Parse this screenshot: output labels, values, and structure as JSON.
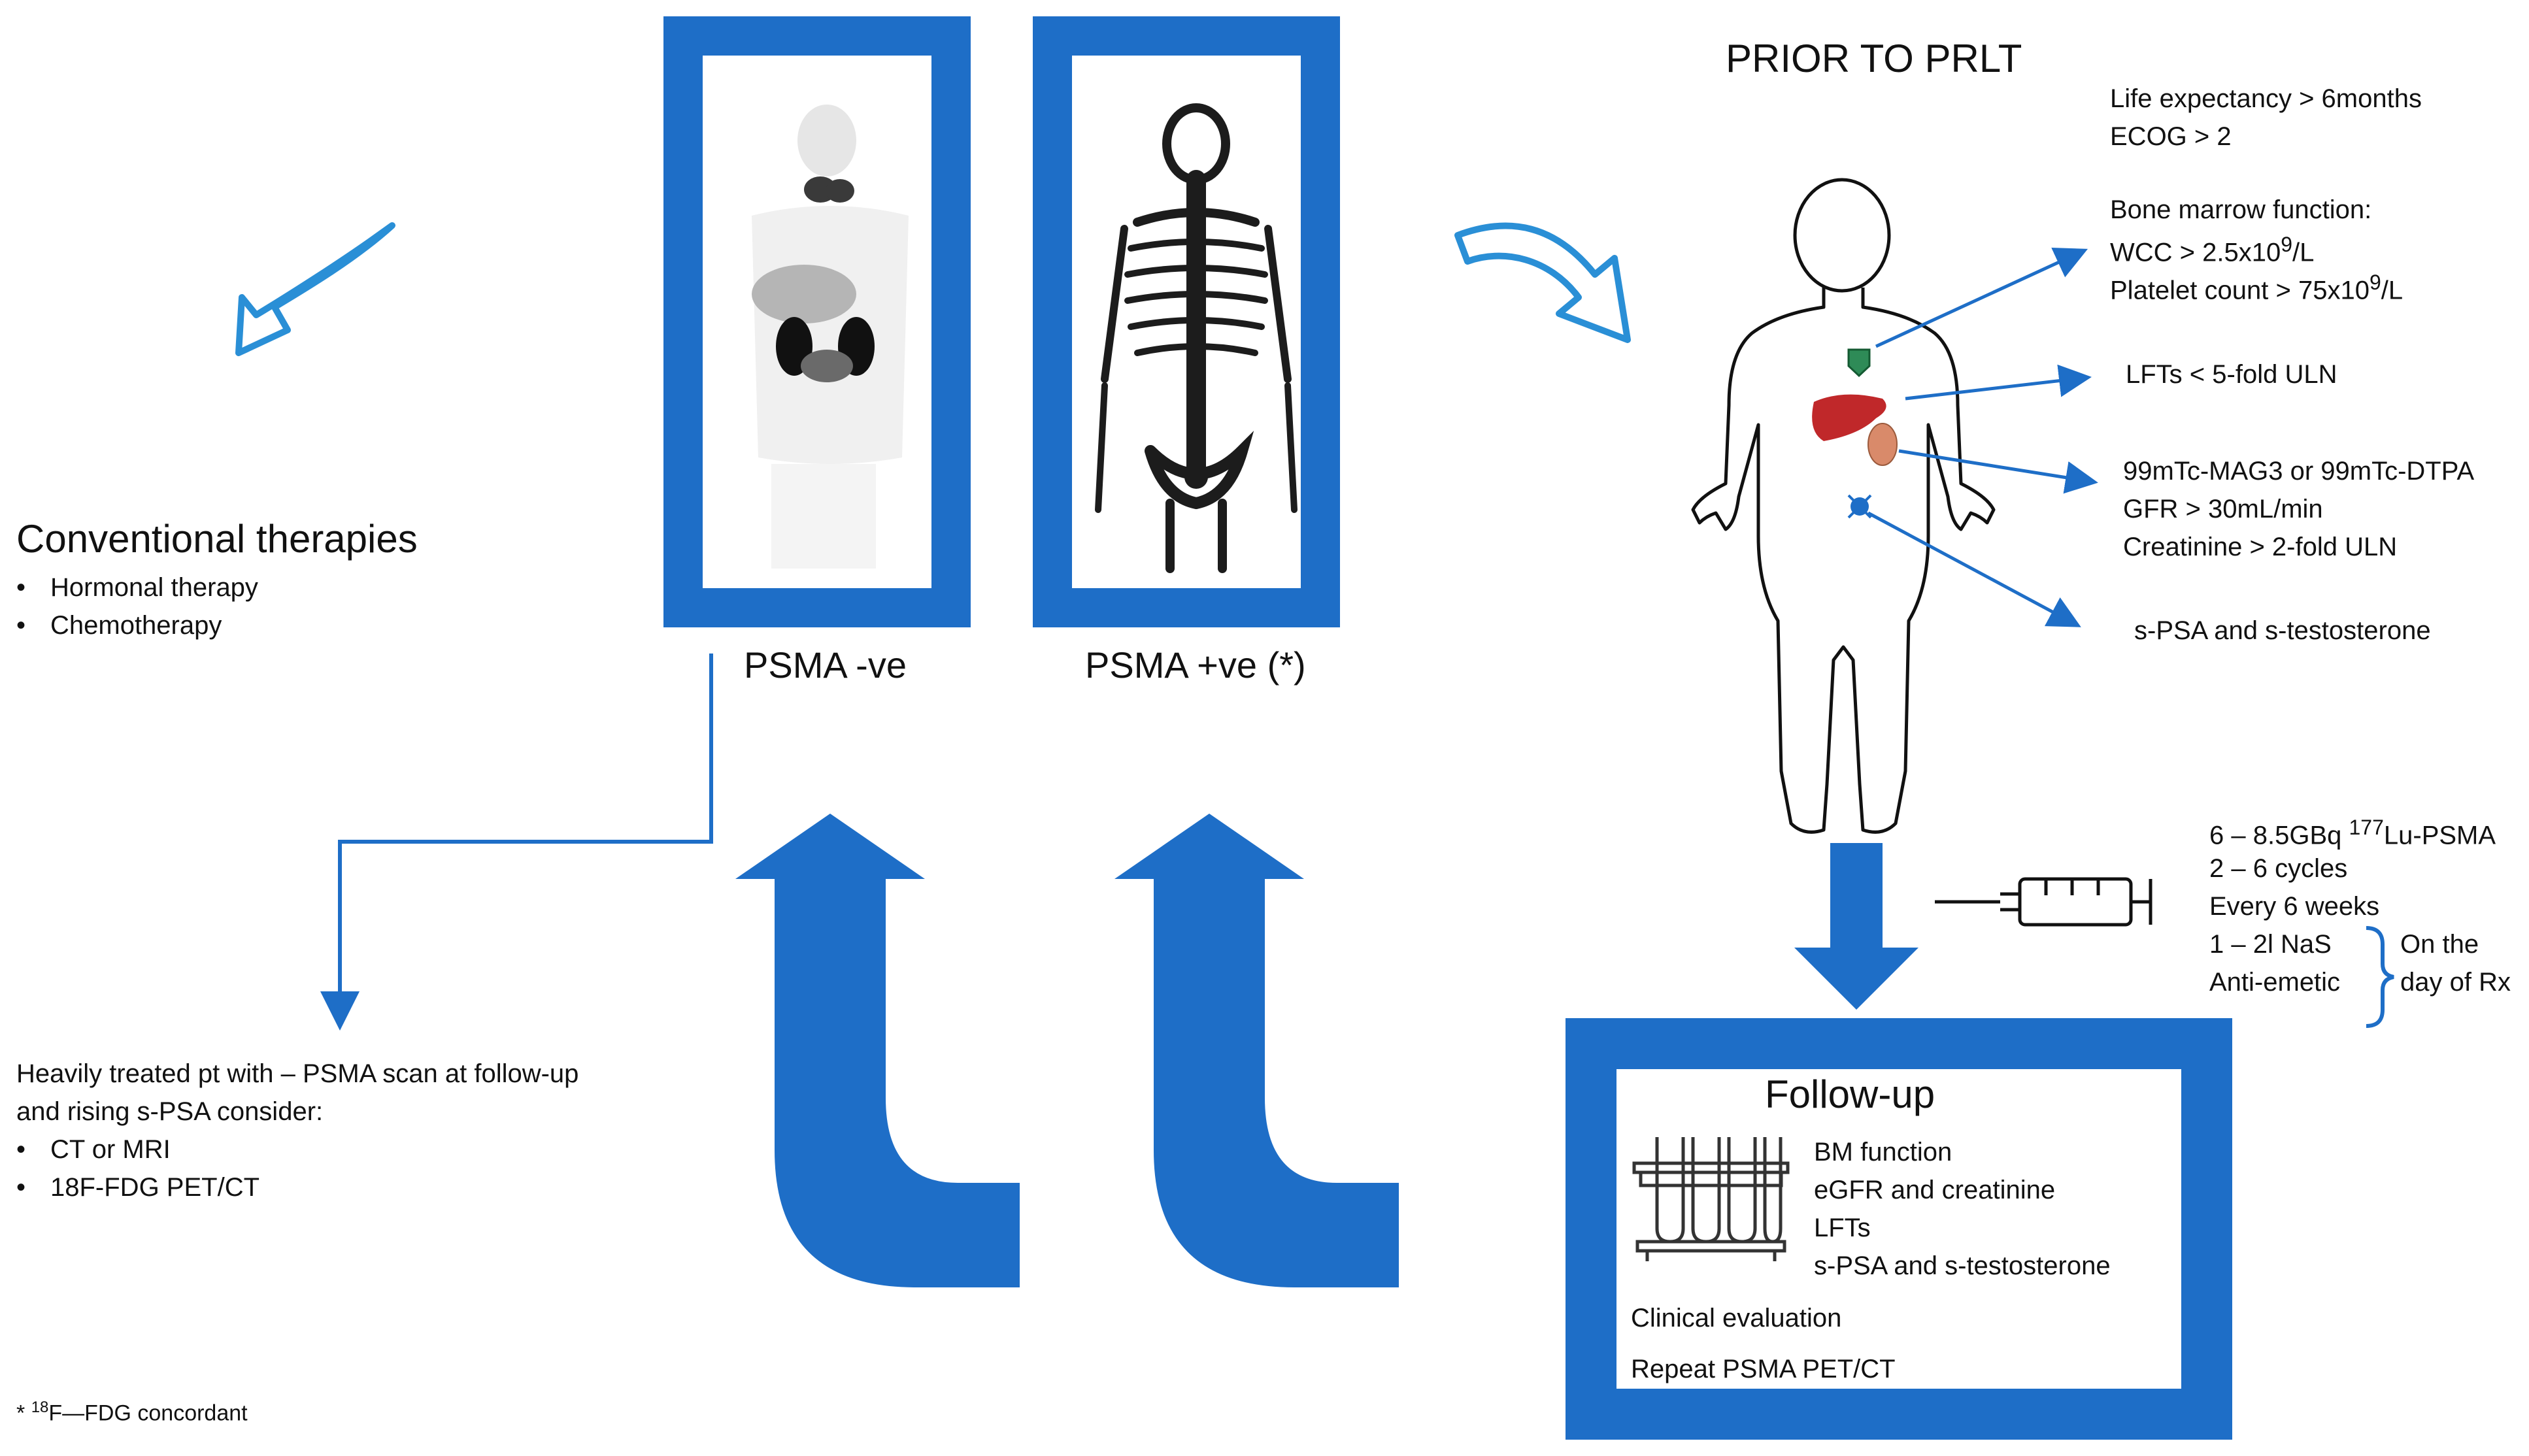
{
  "scans": {
    "negative_label": "PSMA -ve",
    "positive_label": "PSMA +ve (*)"
  },
  "prior": {
    "title": "PRIOR TO PRLT",
    "life_expectancy": "Life expectancy > 6months",
    "ecog": "ECOG > 2",
    "bone_marrow_title": "Bone marrow function:",
    "wcc_prefix": "WCC > 2.5x10",
    "wcc_sup": "9",
    "wcc_suffix": "/L",
    "platelet_prefix": "Platelet count > 75x10",
    "platelet_sup": "9",
    "platelet_suffix": "/L",
    "lfts": "LFTs < 5-fold ULN",
    "renal_scan": "99mTc-MAG3 or 99mTc-DTPA",
    "gfr": "GFR > 30mL/min",
    "creatinine": "Creatinine > 2-fold ULN",
    "psa": "s-PSA and s-testosterone"
  },
  "conventional": {
    "title": "Conventional therapies",
    "items": [
      "Hormonal therapy",
      "Chemotherapy"
    ]
  },
  "heavily_treated": {
    "line1": "Heavily treated pt with – PSMA scan at follow-up",
    "line2": "and rising s-PSA consider:",
    "items": [
      "CT or MRI",
      "18F-FDG PET/CT"
    ]
  },
  "footnote": {
    "star": "*",
    "sup": "18",
    "text": "F—FDG concordant"
  },
  "treatment": {
    "dose_prefix": "6 – 8.5GBq ",
    "dose_sup": "177",
    "dose_suffix": "Lu-PSMA",
    "cycles": "2 – 6 cycles",
    "interval": "Every 6 weeks",
    "nas": "1 – 2l NaS",
    "antiemetic": "Anti-emetic",
    "on_the": "On the",
    "day_of_rx": "day of Rx"
  },
  "followup": {
    "title": "Follow-up",
    "labs": [
      "BM function",
      "eGFR and creatinine",
      "LFTs",
      "s-PSA and s-testosterone"
    ],
    "clinical": "Clinical evaluation",
    "repeat": "Repeat PSMA PET/CT"
  },
  "colors": {
    "primary_blue": "#1E6EC7",
    "light_blue_arrow": "#2A8FD6",
    "liver": "#C0282A",
    "kidney": "#D98A6A"
  }
}
